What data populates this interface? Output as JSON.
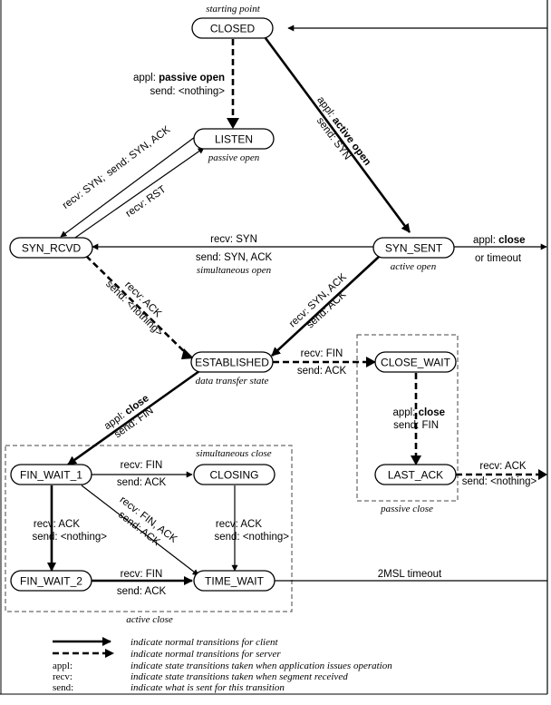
{
  "states": {
    "closed": "CLOSED",
    "listen": "LISTEN",
    "syn_rcvd": "SYN_RCVD",
    "syn_sent": "SYN_SENT",
    "established": "ESTABLISHED",
    "close_wait": "CLOSE_WAIT",
    "last_ack": "LAST_ACK",
    "fin_wait_1": "FIN_WAIT_1",
    "closing": "CLOSING",
    "fin_wait_2": "FIN_WAIT_2",
    "time_wait": "TIME_WAIT"
  },
  "notes": {
    "starting_point": "starting point",
    "passive_open": "passive open",
    "active_open": "active open",
    "simultaneous_open": "simultaneous open",
    "data_transfer_state": "data transfer state",
    "simultaneous_close": "simultaneous close",
    "passive_close": "passive close",
    "active_close": "active close"
  },
  "transitions": {
    "closed_listen_1": "appl:",
    "closed_listen_1b": "passive open",
    "closed_listen_2": "send: <nothing>",
    "closed_synsent_1": "appl:",
    "closed_synsent_1b": "active open",
    "closed_synsent_2": "send: SYN",
    "listen_synrcvd_1": "recv: SYN;",
    "listen_synrcvd_2": "send: SYN, ACK",
    "synrcvd_listen": "recv: RST",
    "synsent_synrcvd_1": "recv: SYN",
    "synsent_synrcvd_2": "send: SYN, ACK",
    "synsent_close_1": "appl:",
    "synsent_close_1b": "close",
    "synsent_close_2": "or timeout",
    "synrcvd_est_1": "recv: ACK",
    "synrcvd_est_2": "send: <nothing>",
    "synsent_est_1": "recv: SYN, ACK",
    "synsent_est_2": "send: ACK",
    "est_closewait_1": "recv: FIN",
    "est_closewait_2": "send: ACK",
    "closewait_lastack_1": "appl:",
    "closewait_lastack_1b": "close",
    "closewait_lastack_2": "send: FIN",
    "lastack_closed_1": "recv: ACK",
    "lastack_closed_2": "send: <nothing>",
    "est_finwait1_1": "appl:",
    "est_finwait1_1b": "close",
    "est_finwait1_2": "send: FIN",
    "finwait1_closing_1": "recv: FIN",
    "finwait1_closing_2": "send: ACK",
    "finwait1_timewait_1": "recv: FIN, ACK",
    "finwait1_timewait_2": "send: ACK",
    "finwait1_finwait2_1": "recv: ACK",
    "finwait1_finwait2_2": "send: <nothing>",
    "closing_timewait_1": "recv: ACK",
    "closing_timewait_2": "send: <nothing>",
    "finwait2_timewait_1": "recv: FIN",
    "finwait2_timewait_2": "send: ACK",
    "timewait_closed": "2MSL timeout"
  },
  "legend": {
    "client": "indicate normal transitions for client",
    "server": "indicate normal transitions for server",
    "appl_key": "appl:",
    "appl_text": "indicate state transitions taken when application issues operation",
    "recv_key": "recv:",
    "recv_text": "indicate state transitions taken when segment received",
    "send_key": "send:",
    "send_text": "indicate what is sent for this transition"
  }
}
